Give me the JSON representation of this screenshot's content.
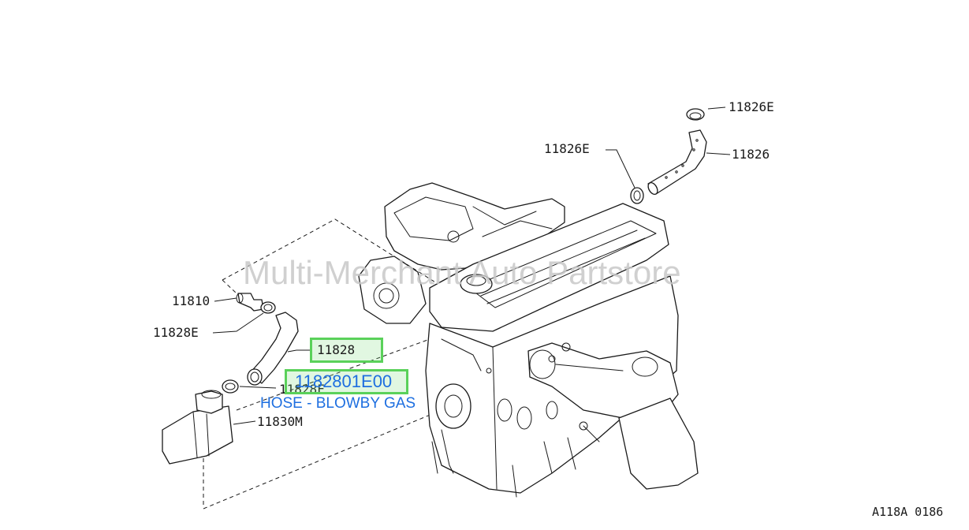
{
  "labels": {
    "p11826E_top": "11826E",
    "p11826E_mid": "11826E",
    "p11826": "11826",
    "p11810": "11810",
    "p11828E": "11828E",
    "p11828F": "11828F",
    "p11830M": "11830M"
  },
  "highlight": {
    "short_number": "11828",
    "full_number": "1182801E00",
    "description": "HOSE - BLOWBY GAS",
    "color": "#5ad15a",
    "text_color": "#1e6fe0"
  },
  "watermark": "Multi-Merchant Auto Partstore",
  "diagram_code": "A118A 0186"
}
